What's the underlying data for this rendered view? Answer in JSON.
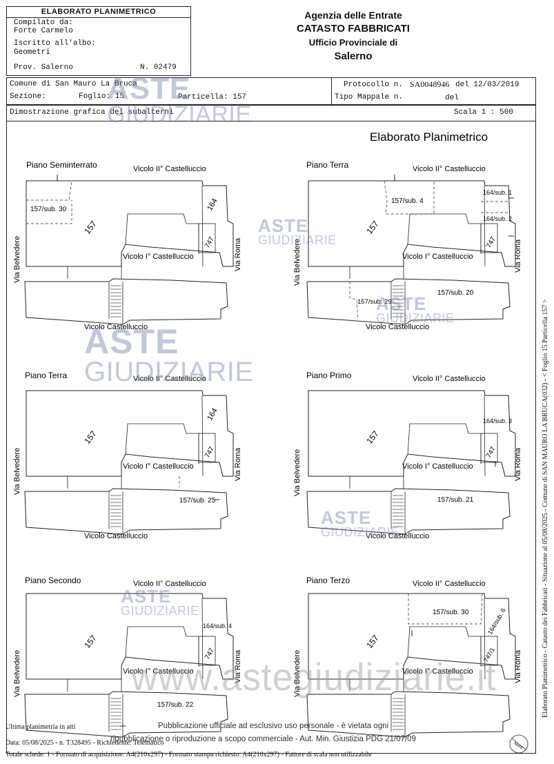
{
  "header": {
    "doc_title": "ELABORATO PLANIMETRICO",
    "compiled_by_label": "Compilato da:",
    "compiled_by": "Forte Carmelo",
    "registered_label": "Iscritto all'albo:",
    "registered": "Geometri",
    "province_label": "Prov. Salerno",
    "number": "N. 02479",
    "agency_l1": "Agenzia delle Entrate",
    "agency_l2": "CATASTO FABBRICATI",
    "agency_l3": "Ufficio Provinciale di",
    "agency_l4": "Salerno"
  },
  "info": {
    "comune": "Comune di San Mauro La Bruca",
    "sezione_label": "Sezione:",
    "foglio": "Foglio: 15",
    "particella": "Particella: 157",
    "protocollo_label": "Protocollo n.",
    "protocollo": "SA0048946",
    "protocollo_del": "del 12/03/2019",
    "tipo_mappale": "Tipo Mappale n.",
    "tipo_del": "del",
    "dimostrazione": "Dimostrazione grafica dei subalterni",
    "scala": "Scala 1 : 500"
  },
  "drawing": {
    "title": "Elaborato Planimetrico",
    "plans": [
      {
        "title": "Piano Seminterrato",
        "sub_a": "157/sub. 30",
        "sub_b": "",
        "sub_c": "",
        "sub_d": ""
      },
      {
        "title": "Piano Terra",
        "sub_a": "157/sub. 4",
        "sub_b": "164/sub. 1",
        "sub_c": "164/sub. 2",
        "sub_d": "157/sub. 20",
        "sub_e": "157/sub. 29"
      },
      {
        "title": "Piano Terra",
        "sub_a": "",
        "sub_b": "",
        "sub_c": "",
        "sub_d": "157/sub. 25"
      },
      {
        "title": "Piano Primo",
        "sub_a": "",
        "sub_b": "164/sub. 3",
        "sub_c": "",
        "sub_d": "157/sub. 21"
      },
      {
        "title": "Piano Secondo",
        "sub_a": "",
        "sub_b": "164/sub. 4",
        "sub_c": "",
        "sub_d": "157/sub. 22"
      },
      {
        "title": "Piano Terzo",
        "sub_a": "157/sub. 30",
        "sub_b": "164/sub. 6",
        "sub_c": "747/1",
        "sub_d": ""
      }
    ],
    "labels": {
      "vicolo2": "Vicolo II° Castelluccio",
      "vicolo1": "Vicolo I° Castelluccio",
      "vicolo": "Vicolo Castelluccio",
      "belvedere": "Via Belvedere",
      "roma": "Via Roma",
      "p157": "157",
      "p164": "164",
      "p747": "747"
    }
  },
  "watermark": {
    "aste": "ASTE",
    "giudiziarie": "GIUDIZIARIE",
    "url": "www.astegiudiziarie.it"
  },
  "footer": {
    "ultima": "Ultima planimetria in atti",
    "pubblicazione1": "Pubblicazione ufficiale ad esclusivo uso personale - è vietata ogni",
    "pubblicazione2": "ripubblicazione o riproduzione a scopo commerciale - Aut. Min. Giustizia PDG 21/07/09",
    "data": "Data: 05/08/2025 - n. T328495 - Richiedente: Telematico",
    "totale": "Totale schede: 1 - Formato di acquisizione: A4(210x297)  - Formato stampa richiesto: A4(210x297) - Fattore di scala non utilizzabile",
    "side": "Elaborato Planimetrico - Catasto dei Fabbricati - Situazione al 05/08/2025 - Comune di SAN MAURO LA BRUCA(032) - < Foglio 15 Particella 157 >",
    "north": "Nord"
  }
}
